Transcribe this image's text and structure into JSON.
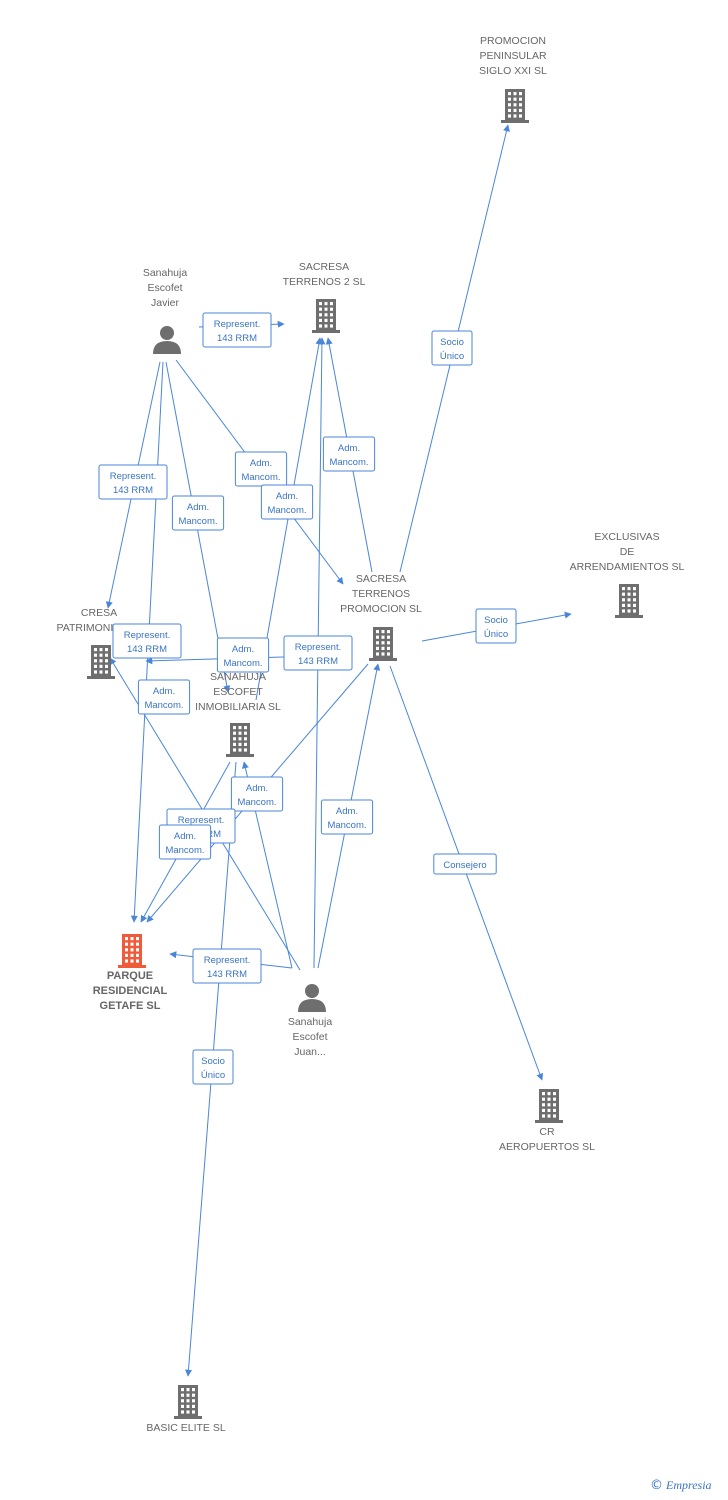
{
  "nodes": [
    {
      "id": "promocion",
      "type": "company",
      "label": [
        "PROMOCION",
        "PENINSULAR",
        "SIGLO XXI SL"
      ]
    },
    {
      "id": "javier",
      "type": "person",
      "label": [
        "Sanahuja",
        "Escofet",
        "Javier"
      ]
    },
    {
      "id": "sacresa2",
      "type": "company",
      "label": [
        "SACRESA",
        "TERRENOS 2 SL"
      ]
    },
    {
      "id": "exclusivas",
      "type": "company",
      "label": [
        "EXCLUSIVAS",
        "DE",
        "ARRENDAMIENTOS SL"
      ]
    },
    {
      "id": "sacresa_prom",
      "type": "company",
      "label": [
        "SACRESA",
        "TERRENOS",
        "PROMOCION SL"
      ]
    },
    {
      "id": "cresa",
      "type": "company",
      "label": [
        "CRESA",
        "PATRIMONIAL SL"
      ]
    },
    {
      "id": "inmobiliaria",
      "type": "company",
      "label": [
        "SANAHUJA",
        "ESCOFET",
        "INMOBILIARIA SL"
      ]
    },
    {
      "id": "parque",
      "type": "company",
      "focus": true,
      "label": [
        "PARQUE",
        "RESIDENCIAL",
        "GETAFE SL"
      ]
    },
    {
      "id": "juan",
      "type": "person",
      "label": [
        "Sanahuja",
        "Escofet",
        "Juan..."
      ]
    },
    {
      "id": "cr",
      "type": "company",
      "label": [
        "CR",
        "AEROPUERTOS SL"
      ]
    },
    {
      "id": "basic",
      "type": "company",
      "label": [
        "BASIC ELITE SL"
      ]
    }
  ],
  "edges": [
    {
      "from": "sacresa_prom",
      "to": "promocion",
      "label": [
        "Socio",
        "Único"
      ]
    },
    {
      "from": "javier",
      "to": "sacresa2",
      "label": [
        "Represent.",
        "143 RRM"
      ]
    },
    {
      "from": "javier",
      "to": "cresa",
      "label": [
        "Represent.",
        "143 RRM"
      ]
    },
    {
      "from": "javier",
      "to": "inmobiliaria",
      "label": [
        "Adm.",
        "Mancom."
      ]
    },
    {
      "from": "javier",
      "to": "sacresa_prom",
      "label": [
        "Adm.",
        "Mancom."
      ]
    },
    {
      "from": "javier",
      "to": "parque",
      "label": [
        "Represent.",
        "143 RRM"
      ]
    },
    {
      "from": "sacresa_prom",
      "to": "sacresa2",
      "label": [
        "Adm.",
        "Mancom."
      ]
    },
    {
      "from": "sacresa_prom",
      "to": "exclusivas",
      "label": [
        "Socio",
        "Único"
      ]
    },
    {
      "from": "sacresa_prom",
      "to": "cr",
      "label": [
        "Consejero"
      ]
    },
    {
      "from": "inmobiliaria",
      "to": "sacresa2",
      "label": [
        "Adm.",
        "Mancom."
      ]
    },
    {
      "from": "juan",
      "to": "sacresa2",
      "label": [
        "Represent.",
        "143 RRM"
      ]
    },
    {
      "from": "juan",
      "to": "cresa",
      "label": [
        "Adm.",
        "Mancom."
      ]
    },
    {
      "from": "juan",
      "to": "inmobiliaria",
      "label": [
        "Adm.",
        "Mancom."
      ]
    },
    {
      "from": "juan",
      "to": "sacresa_prom",
      "label": [
        "Adm.",
        "Mancom."
      ]
    },
    {
      "from": "juan",
      "to": "parque",
      "label": [
        "Represent.",
        "143 RRM"
      ]
    },
    {
      "from": "inmobiliaria",
      "to": "parque",
      "label": [
        "Represent.",
        "143 RRM"
      ]
    },
    {
      "from": "sacresa_prom",
      "to": "parque",
      "label": [
        "Adm.",
        "Mancom."
      ]
    },
    {
      "from": "cresa",
      "to": "sacresa2",
      "label": [
        "Adm.",
        "Mancom."
      ]
    },
    {
      "from": "inmobiliaria",
      "to": "basic",
      "label": [
        "Socio",
        "Único"
      ]
    }
  ],
  "colors": {
    "edge": "#4a86d8",
    "node": "#6e6e6e",
    "focus": "#ef5a3a"
  },
  "icons": {
    "company": "building-icon",
    "person": "person-icon"
  },
  "footer": {
    "copyright": "©",
    "brand": "Empresia"
  }
}
